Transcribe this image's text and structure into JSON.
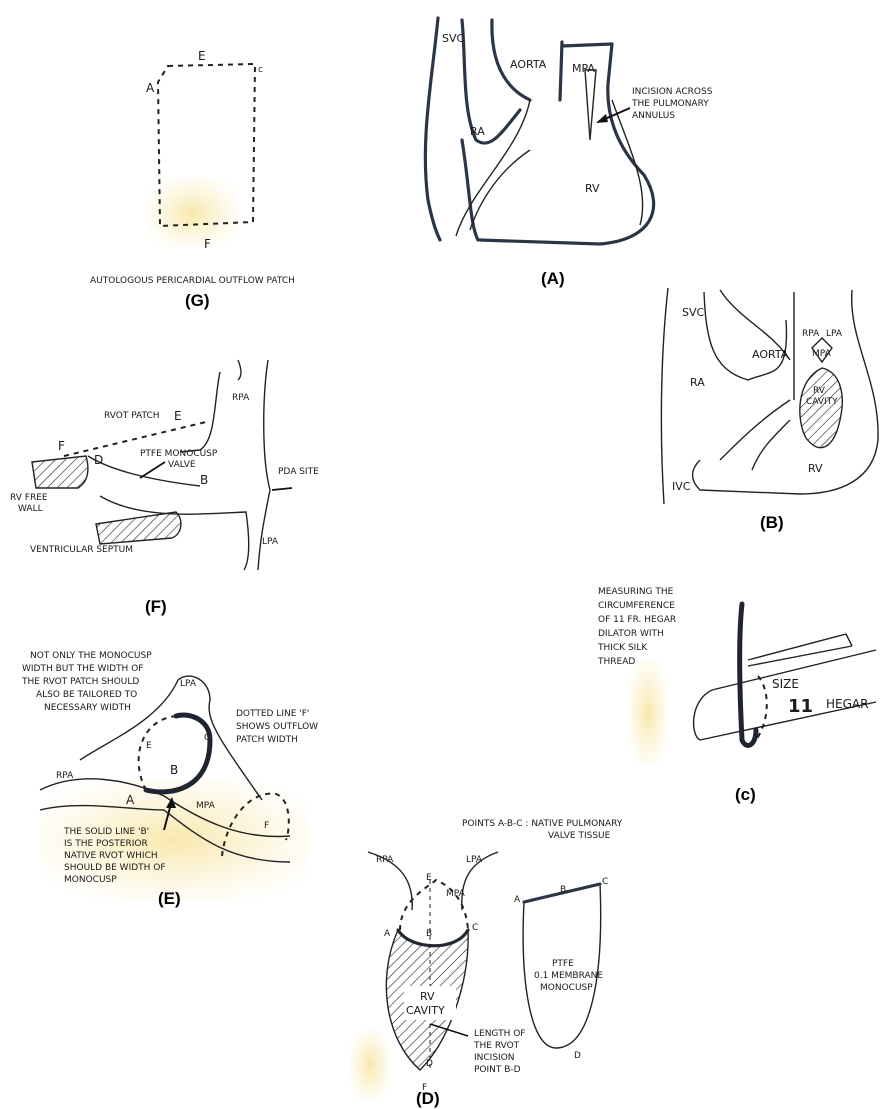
{
  "panels": {
    "A": {
      "caption": "(A)",
      "labels": {
        "svc": "SVC",
        "aorta": "AORTA",
        "mpa": "MPA",
        "ra": "RA",
        "rv": "RV"
      },
      "incision_lines": [
        "INCISION ACROSS",
        "THE PULMONARY",
        "ANNULUS"
      ]
    },
    "B": {
      "caption": "(B)",
      "labels": {
        "svc": "SVC",
        "aorta": "AORTA",
        "rpa": "RPA",
        "lpa": "LPA",
        "mpa": "MPA",
        "rv_cavity_1": "RV",
        "rv_cavity_2": "CAVITY",
        "ra": "RA",
        "ivc": "IVC",
        "rv": "RV"
      }
    },
    "C": {
      "caption": "(c)",
      "text_lines": [
        "MEASURING THE",
        "CIRCUMFERENCE",
        "OF 11 FR. HEGAR",
        "DILATOR WITH",
        "THICK SILK",
        "THREAD"
      ],
      "size_label": "SIZE",
      "size_number": "11",
      "hegar_label": "HEGAR"
    },
    "D": {
      "caption": "(D)",
      "title_lines": [
        "POINTS A-B-C : NATIVE PULMONARY",
        "VALVE TISSUE"
      ],
      "labels": {
        "rpa": "RPA",
        "lpa": "LPA",
        "mpa": "MPA",
        "e": "E",
        "a": "A",
        "b": "B",
        "c": "C",
        "rv_1": "RV",
        "rv_2": "CAVITY",
        "d": "D",
        "f": "F"
      },
      "length_lines": [
        "LENGTH OF",
        "THE RVOT",
        "INCISION",
        "POINT B-D"
      ],
      "monocusp": {
        "a": "A",
        "b": "B",
        "c": "C",
        "d": "D",
        "lines": [
          "PTFE",
          "0.1 MEMBRANE",
          "MONOCUSP"
        ]
      }
    },
    "E": {
      "caption": "(E)",
      "note_lines": [
        "NOT ONLY THE MONOCUSP",
        "WIDTH BUT THE WIDTH OF",
        "THE RVOT PATCH SHOULD",
        "ALSO BE TAILORED TO",
        "NECESSARY WIDTH"
      ],
      "labels": {
        "lpa": "LPA",
        "rpa": "RPA",
        "mpa": "MPA",
        "a": "A",
        "b": "B",
        "e": "E",
        "c": "C",
        "f": "F"
      },
      "dotted_lines": [
        "DOTTED LINE 'F'",
        "SHOWS OUTFLOW",
        "PATCH WIDTH"
      ],
      "solid_lines": [
        "THE SOLID LINE 'B'",
        "IS THE POSTERIOR",
        "NATIVE RVOT WHICH",
        "SHOULD BE WIDTH OF",
        "MONOCUSP"
      ]
    },
    "F": {
      "caption": "(F)",
      "labels": {
        "rpa": "RPA",
        "rvot_patch": "RVOT PATCH",
        "e": "E",
        "f": "F",
        "d": "D",
        "ptfe_1": "PTFE MONOCUSP",
        "ptfe_2": "VALVE",
        "b": "B",
        "pda": "PDA SITE",
        "rv_wall_1": "RV FREE",
        "rv_wall_2": "WALL",
        "septum": "VENTRICULAR SEPTUM",
        "lpa": "LPA"
      }
    },
    "G": {
      "caption": "(G)",
      "labels": {
        "a": "A",
        "e": "E",
        "c": "c",
        "f": "F"
      },
      "title": "AUTOLOGOUS PERICARDIAL OUTFLOW PATCH"
    }
  },
  "colors": {
    "ink": "#1e2530",
    "highlight": "#f8e6a6"
  }
}
